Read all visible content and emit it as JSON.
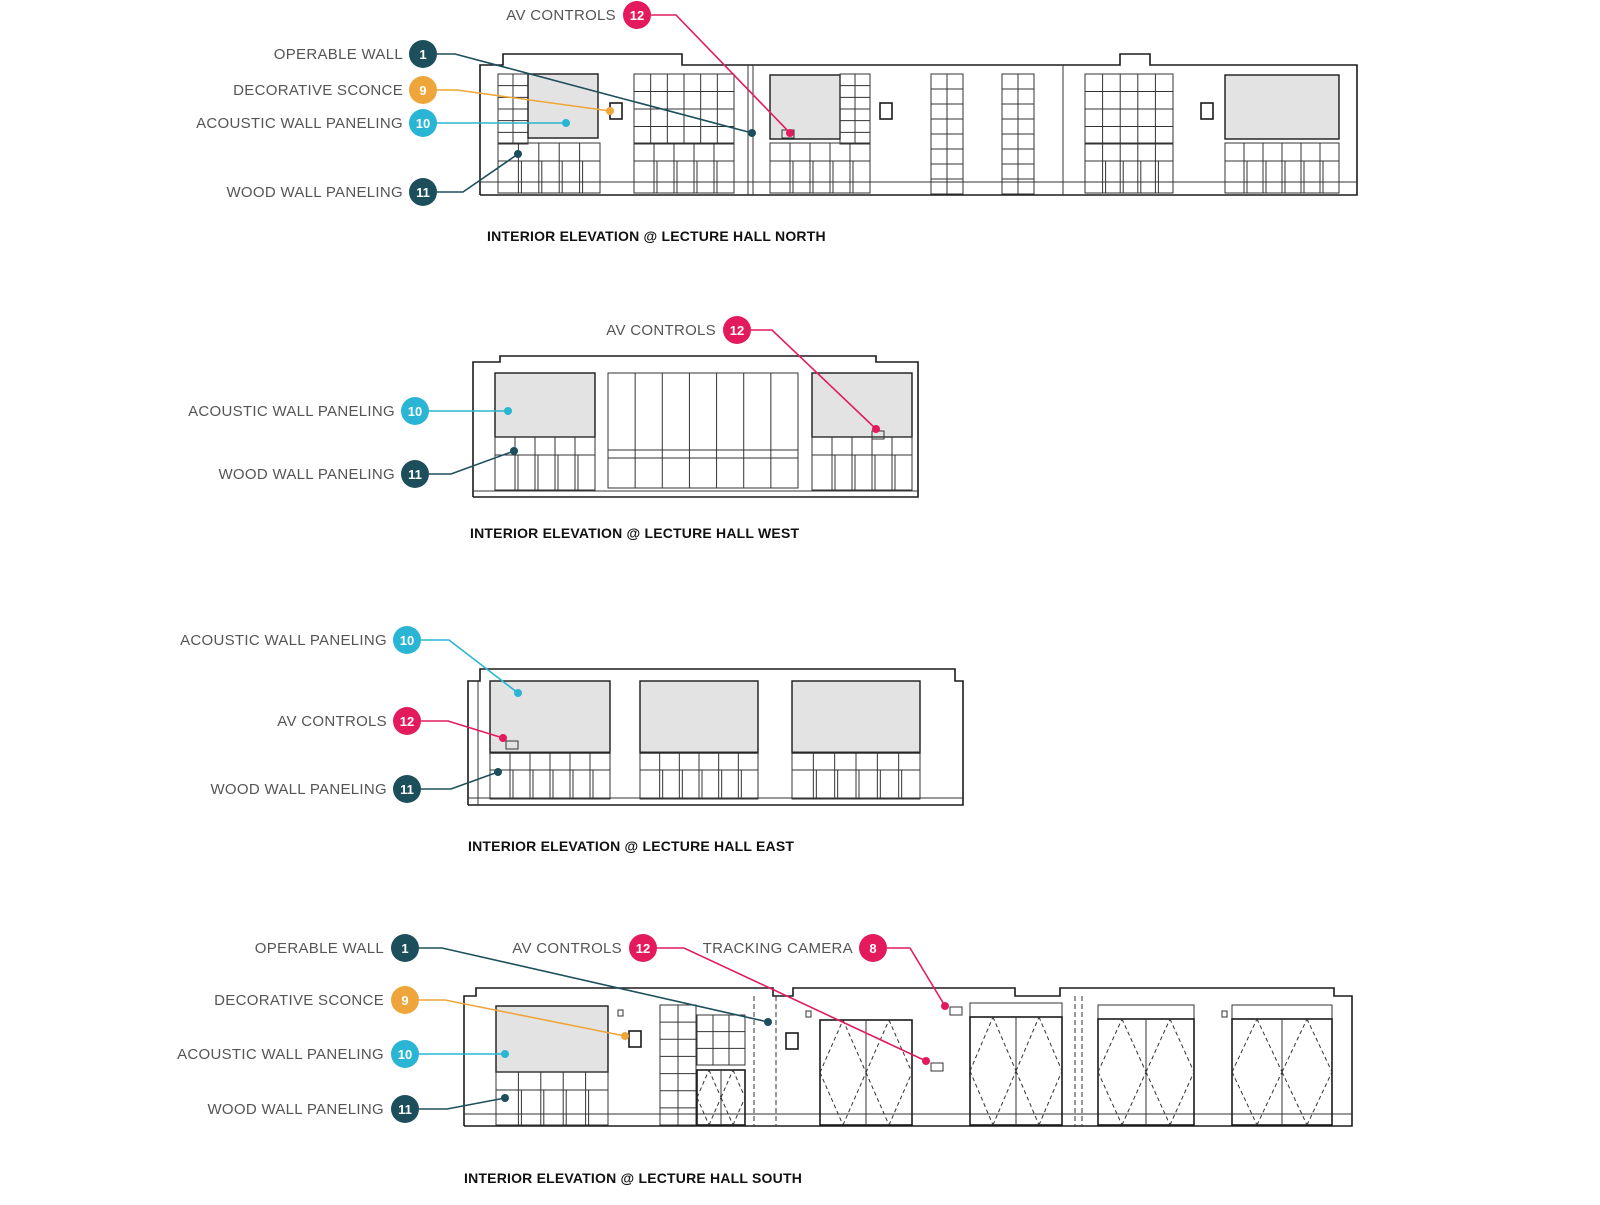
{
  "colors": {
    "teal_dark": "#1d4e5c",
    "orange": "#eea63a",
    "cyan": "#29b5d3",
    "magenta": "#e31b5c"
  },
  "elevations": {
    "north": {
      "caption": "INTERIOR ELEVATION @ LECTURE HALL NORTH",
      "callouts": [
        {
          "label": "AV CONTROLS",
          "num": "12",
          "color": "magenta"
        },
        {
          "label": "OPERABLE WALL",
          "num": "1",
          "color": "teal_dark"
        },
        {
          "label": "DECORATIVE SCONCE",
          "num": "9",
          "color": "orange"
        },
        {
          "label": "ACOUSTIC WALL PANELING",
          "num": "10",
          "color": "cyan"
        },
        {
          "label": "WOOD WALL PANELING",
          "num": "11",
          "color": "teal_dark"
        }
      ]
    },
    "west": {
      "caption": "INTERIOR ELEVATION @ LECTURE HALL WEST",
      "callouts": [
        {
          "label": "AV CONTROLS",
          "num": "12",
          "color": "magenta"
        },
        {
          "label": "ACOUSTIC WALL PANELING",
          "num": "10",
          "color": "cyan"
        },
        {
          "label": "WOOD WALL PANELING",
          "num": "11",
          "color": "teal_dark"
        }
      ]
    },
    "east": {
      "caption": "INTERIOR ELEVATION @ LECTURE HALL EAST",
      "callouts": [
        {
          "label": "ACOUSTIC WALL PANELING",
          "num": "10",
          "color": "cyan"
        },
        {
          "label": "AV CONTROLS",
          "num": "12",
          "color": "magenta"
        },
        {
          "label": "WOOD WALL PANELING",
          "num": "11",
          "color": "teal_dark"
        }
      ]
    },
    "south": {
      "caption": "INTERIOR ELEVATION @ LECTURE HALL SOUTH",
      "callouts": [
        {
          "label": "OPERABLE WALL",
          "num": "1",
          "color": "teal_dark"
        },
        {
          "label": "AV CONTROLS",
          "num": "12",
          "color": "magenta"
        },
        {
          "label": "TRACKING CAMERA",
          "num": "8",
          "color": "magenta"
        },
        {
          "label": "DECORATIVE SCONCE",
          "num": "9",
          "color": "orange"
        },
        {
          "label": "ACOUSTIC WALL PANELING",
          "num": "10",
          "color": "cyan"
        },
        {
          "label": "WOOD WALL PANELING",
          "num": "11",
          "color": "teal_dark"
        }
      ]
    }
  }
}
